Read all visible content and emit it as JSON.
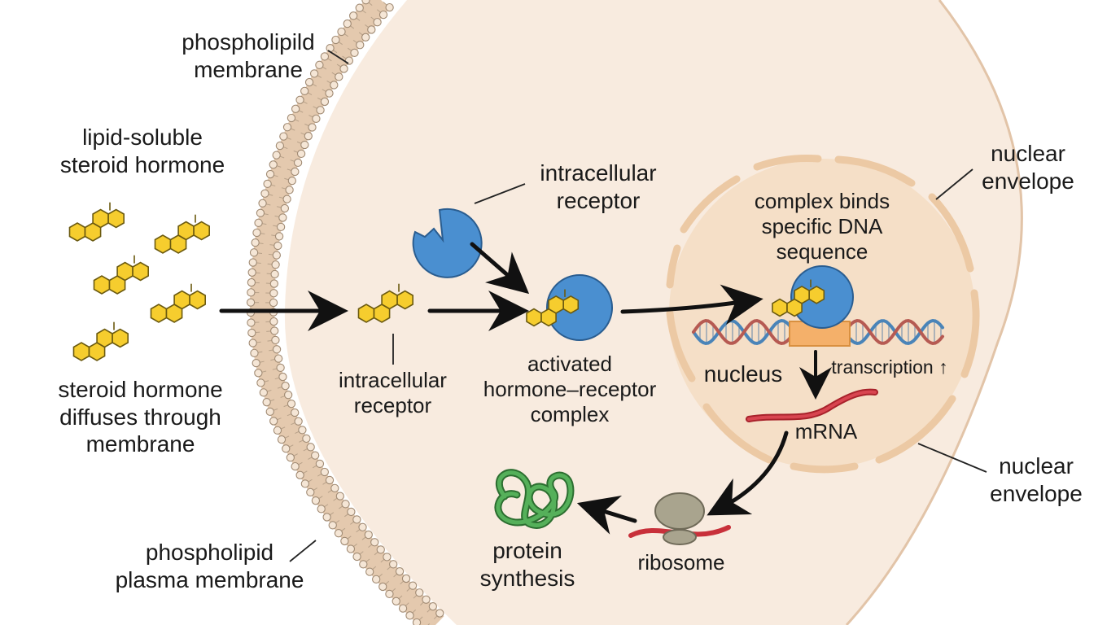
{
  "labels": {
    "membrane_top": [
      "phospholipild",
      "membrane"
    ],
    "lipid_soluble": [
      "lipid-soluble",
      "steroid hormone"
    ],
    "diffuses": [
      "steroid hormone",
      "diffuses through",
      "membrane"
    ],
    "membrane_bottom": [
      "phospholipid",
      "plasma membrane"
    ],
    "receptor_top": [
      "intracellular",
      "receptor"
    ],
    "receptor_mid": [
      "intracellular",
      "receptor"
    ],
    "activated": [
      "activated",
      "hormone–receptor",
      "complex"
    ],
    "binds_dna": [
      "complex binds",
      "specific DNA",
      "sequence"
    ],
    "nuclear_env_top": [
      "nuclear",
      "envelope"
    ],
    "nuclear_env_bottom": [
      "nuclear",
      "envelope"
    ],
    "nucleus": "nucleus",
    "transcription": "transcription ↑",
    "mrna": "mRNA",
    "ribosome": "ribosome",
    "protein": [
      "protein",
      "synthesis"
    ]
  },
  "colors": {
    "cytoplasm": "#f8ebdf",
    "nucleoplasm": "#f5dfc7",
    "nuclear_envelope": "#ecc9a4",
    "hormone": "#f6cd2e",
    "receptor": "#4a8fd0",
    "mrna": "#c8303a",
    "protein": "#3f9a45",
    "ribosome": "#a9a48e",
    "dna_blue": "#4a84b8",
    "dna_red": "#b65a52",
    "gene": "#f4b06a"
  }
}
